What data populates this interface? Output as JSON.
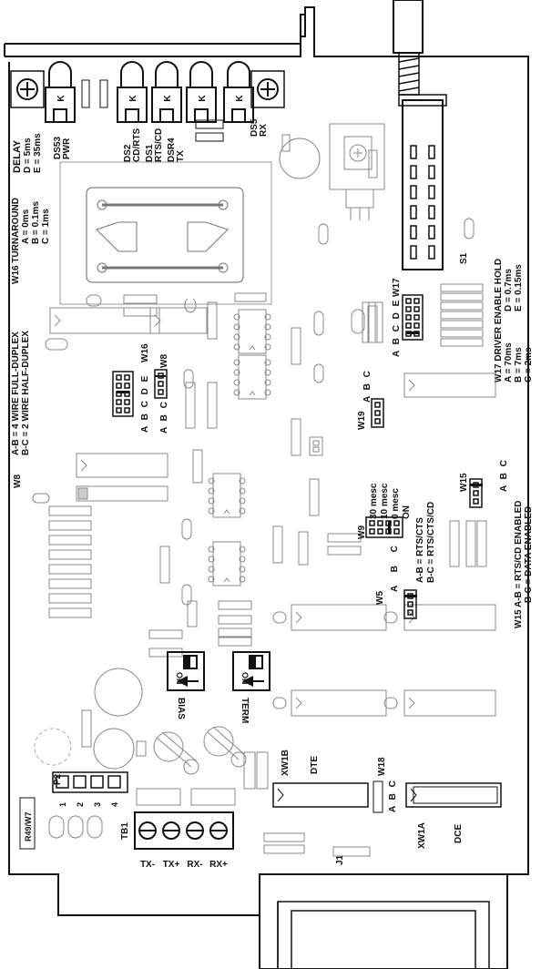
{
  "leds": {
    "ds53": "DS53",
    "ds53_fn": "PWR",
    "ds2": "DS2",
    "ds2_fn": "CD/RTS",
    "ds1": "DS1",
    "ds1_fn": "RTS/CD",
    "ds4": "DSR4",
    "ds4_fn": "TX",
    "ds5": "DS5",
    "ds5_fn": "RX",
    "k": "K"
  },
  "delay": {
    "title": "DELAY",
    "d": "D = 5ms",
    "e": "E = 35ms"
  },
  "w16_turnaround": {
    "title": "W16 TURNAROUND",
    "a": "A = 0ms",
    "b": "B = 0.1ms",
    "c": "C = 1ms"
  },
  "w8_note": {
    "l1": "A-B = 4 WIRE FULL-DUPLEX",
    "l2": "B-C = 2 WIRE HALF-DUPLEX",
    "label": "W8"
  },
  "w16": {
    "label": "W16",
    "letters": "A B C D E"
  },
  "w8": {
    "label": "W8",
    "letters": "A B C"
  },
  "w17": {
    "label": "W17",
    "letters": "A B C D E"
  },
  "w17_note": {
    "title": "W17 DRIVER ENABLE HOLD",
    "a": "A = 70ms",
    "b": "B = 7ms",
    "c": "C = 2ms",
    "d": "D = 0.7ms",
    "e": "E = 0.15ms"
  },
  "s1": "S1",
  "w19": {
    "label": "W19",
    "letters": "A B C"
  },
  "w15": {
    "label": "W15",
    "letters": "A B C"
  },
  "w15_note": {
    "l1": "W15 A-B = RTS/CD ENABLED",
    "l2": "B-C = DATA ENABLED"
  },
  "w9": {
    "label": "W9",
    "o1": "30 mesc",
    "o2": "10 mesc",
    "o3": "0 mesc",
    "o4": "ON",
    "n1": "A-B = RTS/CTS",
    "n2": "B-C = RTS/CTS/CD"
  },
  "w5": {
    "label": "W5",
    "letters": "A B C"
  },
  "bias": "BIAS",
  "term": "TERM",
  "on": "ON",
  "xw1b": "XW1B",
  "dte": "DTE",
  "w18": {
    "label": "W18",
    "letters": "A B C"
  },
  "xw1a": "XW1A",
  "dce": "DCE",
  "p2": {
    "label": "P2",
    "pins": [
      "1",
      "2",
      "3",
      "4"
    ]
  },
  "r49": "R49/W7",
  "tb1": {
    "label": "TB1",
    "terms": [
      "TX-",
      "TX+",
      "RX-",
      "RX+"
    ]
  },
  "j1": "J1"
}
